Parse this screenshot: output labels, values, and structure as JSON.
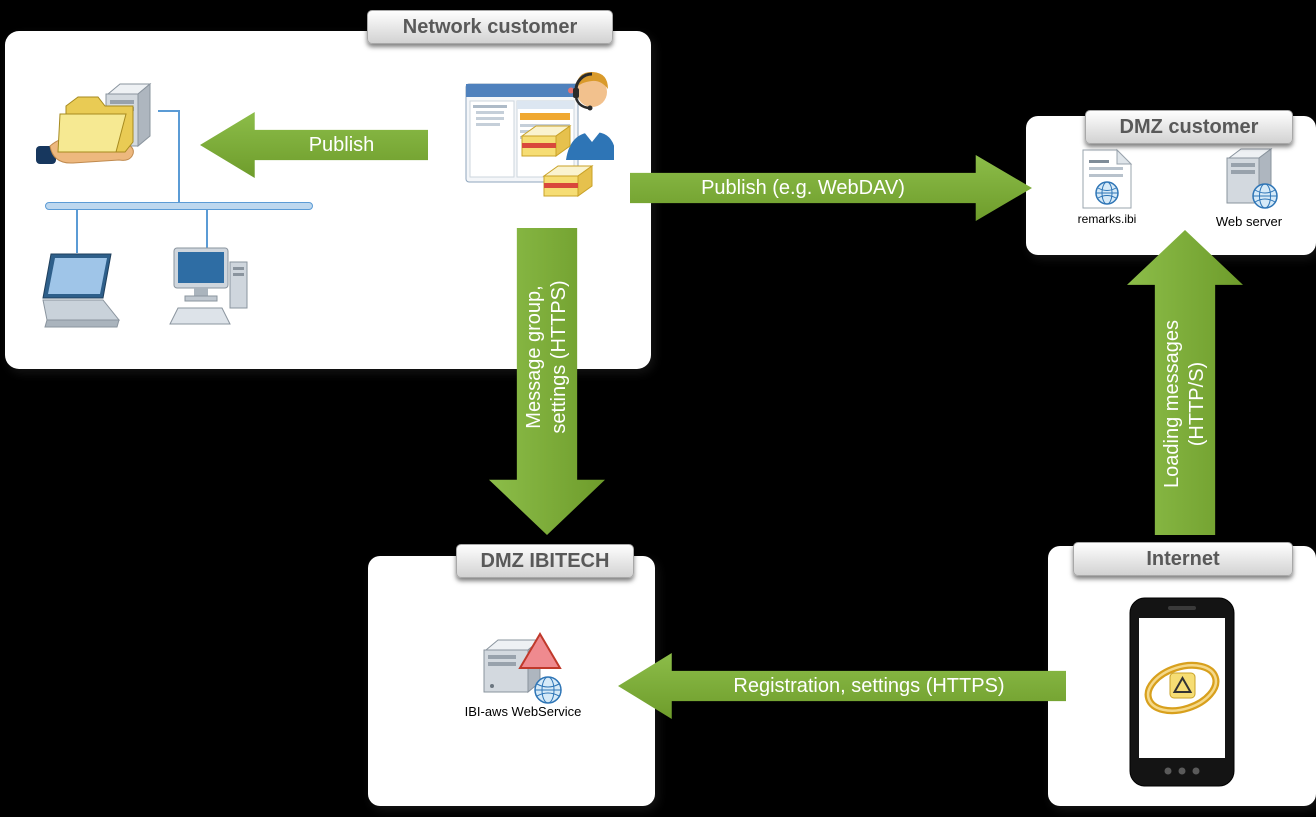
{
  "background": "#000000",
  "palette": {
    "arrow_green_light": "#8CBD49",
    "arrow_green_dark": "#6E9C2B",
    "badge_text": "#595959",
    "box_fill": "#FFFFFF",
    "network_line_blue": "#5B9BD5"
  },
  "regions": {
    "network_customer": {
      "label": "Network customer"
    },
    "dmz_customer": {
      "label": "DMZ customer",
      "file_label": "remarks.ibi",
      "server_label": "Web server"
    },
    "dmz_ibitech": {
      "label": "DMZ IBITECH",
      "service_label": "IBI-aws WebService"
    },
    "internet": {
      "label": "Internet"
    }
  },
  "arrows": {
    "publish": {
      "label": "Publish",
      "direction": "left"
    },
    "publish_webdav": {
      "label": "Publish (e.g. WebDAV)",
      "direction": "right"
    },
    "message_group": {
      "line1": "Message group,",
      "line2": "settings (HTTPS)",
      "direction": "down"
    },
    "loading_messages": {
      "line1": "Loading messages",
      "line2": "(HTTP/S)",
      "direction": "up"
    },
    "registration": {
      "label": "Registration, settings (HTTPS)",
      "direction": "left"
    }
  },
  "icons": {
    "network_customer": [
      "shared-folder-icon",
      "server-icon",
      "network-bus",
      "laptop-icon",
      "desktop-pc-icon",
      "app-window-icon",
      "operator-icon",
      "message-package-icon"
    ],
    "dmz_customer": [
      "remarks-file-icon",
      "web-server-icon"
    ],
    "dmz_ibitech": [
      "webservice-server-icon",
      "warning-triangle-icon",
      "globe-icon"
    ],
    "internet": [
      "smartphone-icon",
      "ring-logo-icon"
    ]
  }
}
